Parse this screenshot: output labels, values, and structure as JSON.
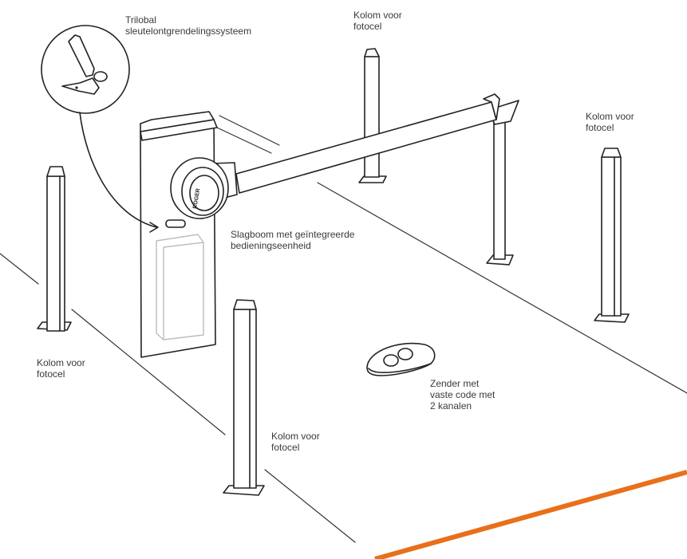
{
  "labels": {
    "trilobal": [
      "Trilobal",
      "sleutelontgrendelingssysteem"
    ],
    "column_top_center": [
      "Kolom voor",
      "fotocel"
    ],
    "column_right": [
      "Kolom voor",
      "fotocel"
    ],
    "column_left": [
      "Kolom voor",
      "fotocel"
    ],
    "column_front": [
      "Kolom voor",
      "fotocel"
    ],
    "barrier": [
      "Slagboom met geïntegreerde",
      "bedieningseenheid"
    ],
    "transmitter": [
      "Zender met",
      "vaste code met",
      "2 kanalen"
    ]
  },
  "brand_text": "ROGER",
  "colors": {
    "line": "#222222",
    "label": "#3a3a3a",
    "accent_stripe": "#e8701a",
    "backup_box": "#bdbdbd"
  }
}
